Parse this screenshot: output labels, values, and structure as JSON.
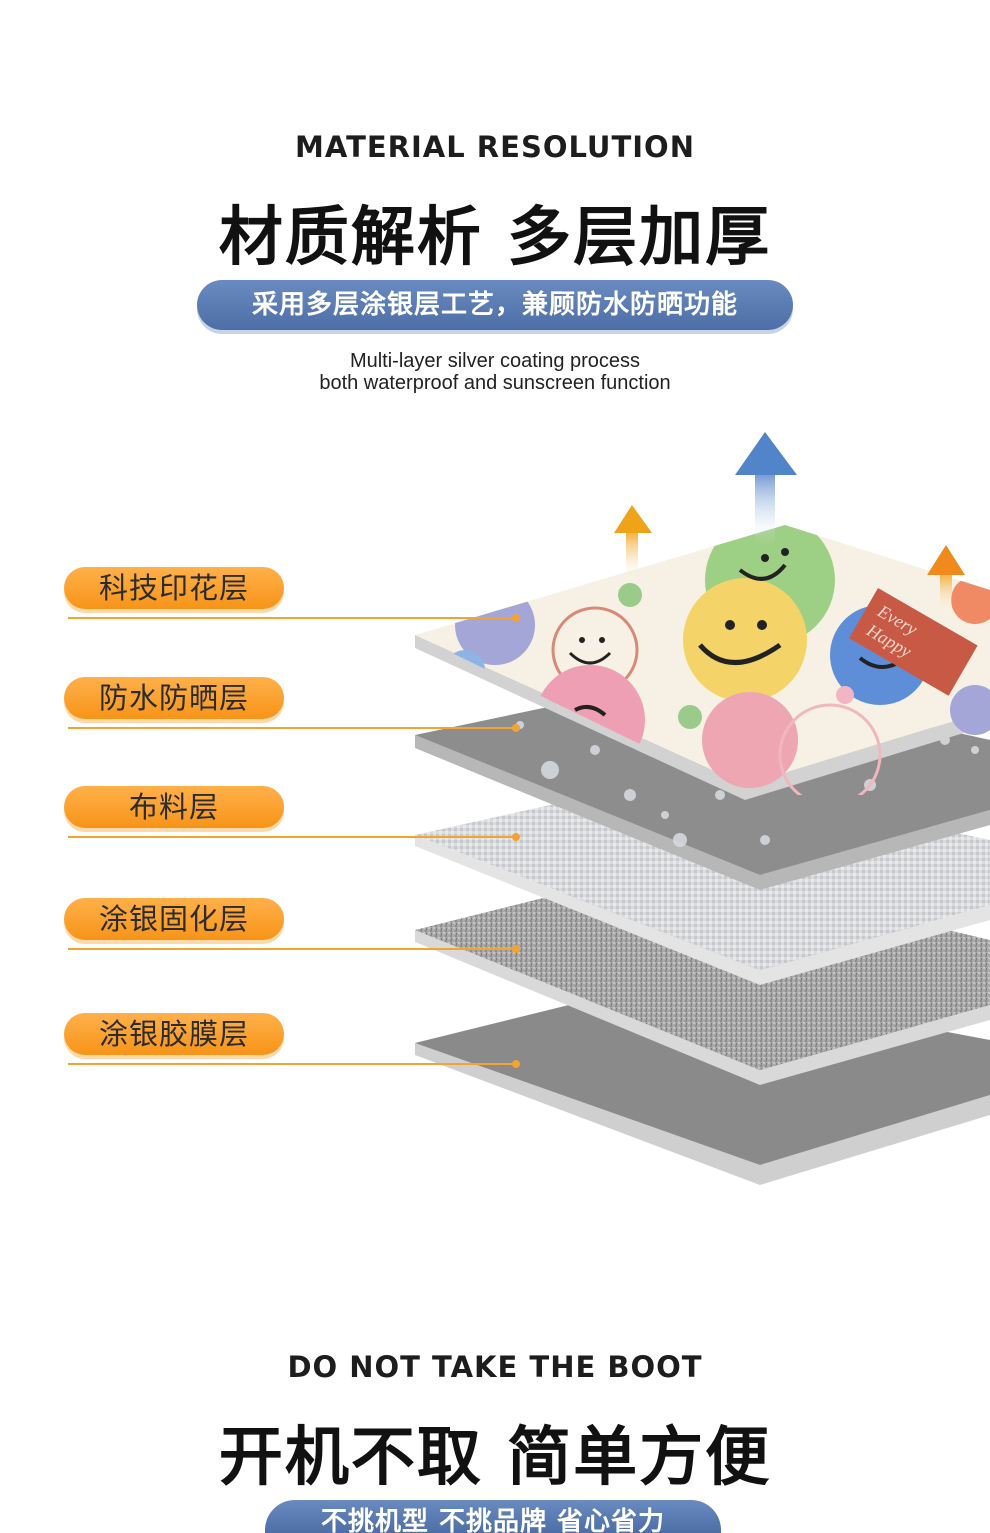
{
  "section1": {
    "eyebrow": "MATERIAL RESOLUTION",
    "headline": "材质解析 多层加厚",
    "pill": "采用多层涂银层工艺，兼顾防水防晒功能",
    "sub_line1": "Multi-layer silver coating process",
    "sub_line2": "both waterproof and sunscreen function"
  },
  "layers": [
    {
      "label": "科技印花层"
    },
    {
      "label": "防水防晒层"
    },
    {
      "label": "布料层"
    },
    {
      "label": "涂银固化层"
    },
    {
      "label": "涂银胶膜层"
    }
  ],
  "print_tag": {
    "line1": "Every",
    "line2": "Happy"
  },
  "section2": {
    "eyebrow": "DO NOT TAKE THE BOOT",
    "headline": "开机不取 简单方便",
    "pill": "不挑机型 不挑品牌 省心省力"
  },
  "colors": {
    "accent_orange": "#f79418",
    "accent_blue": "#5877ad",
    "layer_gray": "#8f8f8f"
  }
}
